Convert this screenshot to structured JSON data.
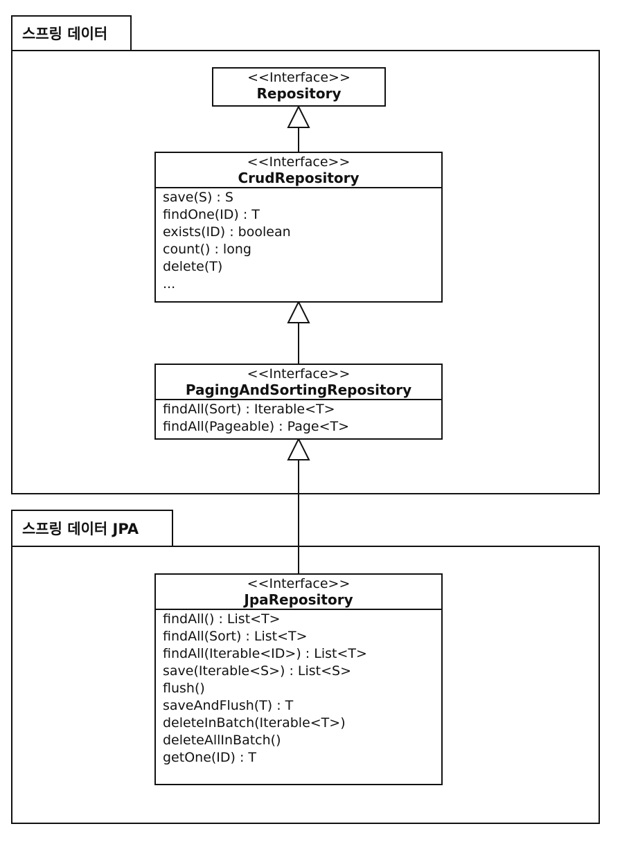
{
  "packages": {
    "spring_data": {
      "title": "스프링 데이터"
    },
    "spring_data_jpa": {
      "title": "스프링 데이터 JPA"
    }
  },
  "interfaces": {
    "repository": {
      "stereotype": "<<Interface>>",
      "name": "Repository",
      "methods": []
    },
    "crud": {
      "stereotype": "<<Interface>>",
      "name": "CrudRepository",
      "methods": [
        "save(S) : S",
        "findOne(ID) : T",
        "exists(ID) : boolean",
        "count() : long",
        "delete(T)",
        "..."
      ]
    },
    "paging": {
      "stereotype": "<<Interface>>",
      "name": "PagingAndSortingRepository",
      "methods": [
        "findAll(Sort) : Iterable<T>",
        "findAll(Pageable) : Page<T>"
      ]
    },
    "jpa": {
      "stereotype": "<<Interface>>",
      "name": "JpaRepository",
      "methods": [
        "findAll() : List<T>",
        "findAll(Sort) : List<T>",
        "findAll(Iterable<ID>) : List<T>",
        "save(Iterable<S>) : List<S>",
        "flush()",
        "saveAndFlush(T) : T",
        "deleteInBatch(Iterable<T>)",
        "deleteAllInBatch()",
        "getOne(ID) : T"
      ]
    }
  },
  "relations": [
    {
      "from": "CrudRepository",
      "to": "Repository",
      "type": "generalization"
    },
    {
      "from": "PagingAndSortingRepository",
      "to": "CrudRepository",
      "type": "generalization"
    },
    {
      "from": "JpaRepository",
      "to": "PagingAndSortingRepository",
      "type": "generalization"
    }
  ]
}
